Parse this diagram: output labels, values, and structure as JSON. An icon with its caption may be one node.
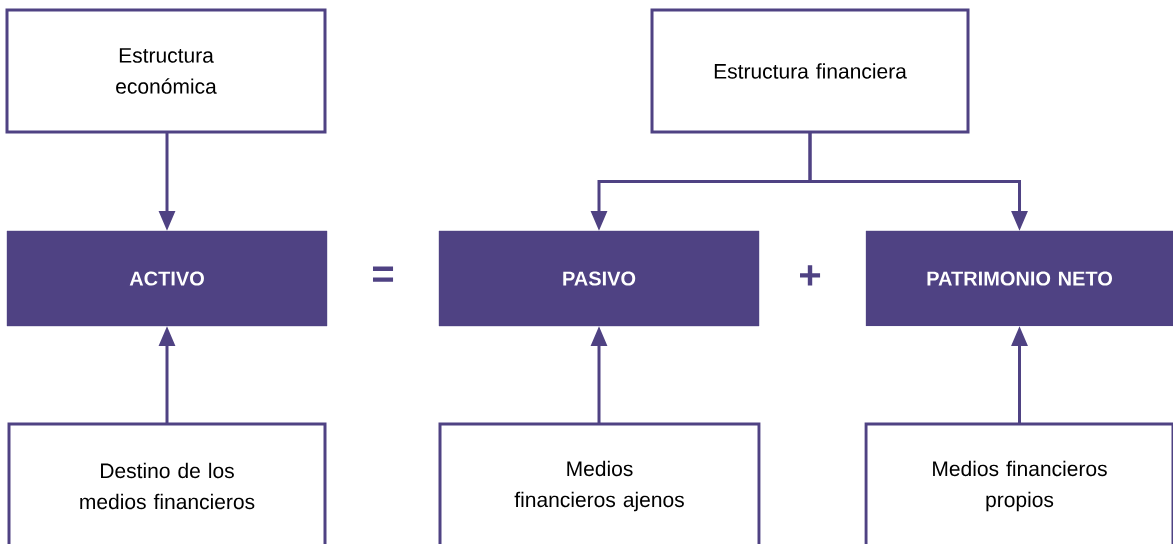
{
  "diagram": {
    "nodes": [
      {
        "text": [
          "Estructura económica"
        ]
      },
      {
        "text": [
          "Estructura financiera"
        ]
      },
      {
        "text": [
          "ACTIVO"
        ]
      },
      {
        "text": [
          "PASIVO"
        ]
      },
      {
        "text": [
          "PATRIMONIO NETO"
        ]
      },
      {
        "text": [
          "Destino de los medios financieros"
        ]
      },
      {
        "text": [
          "Medios financieros ajenos"
        ]
      },
      {
        "text": [
          "Medios financieros propios"
        ]
      }
    ],
    "edges": [
      {
        "from": 0,
        "to": 2,
        "arrow": "to"
      },
      {
        "from": 1,
        "to": 3,
        "arrow": "to"
      },
      {
        "from": 1,
        "to": 4,
        "arrow": "to"
      },
      {
        "from": 5,
        "to": 2,
        "arrow": "to"
      },
      {
        "from": 6,
        "to": 3,
        "arrow": "to"
      },
      {
        "from": 7,
        "to": 4,
        "arrow": "to"
      }
    ],
    "labels": [
      "=",
      "+"
    ]
  }
}
